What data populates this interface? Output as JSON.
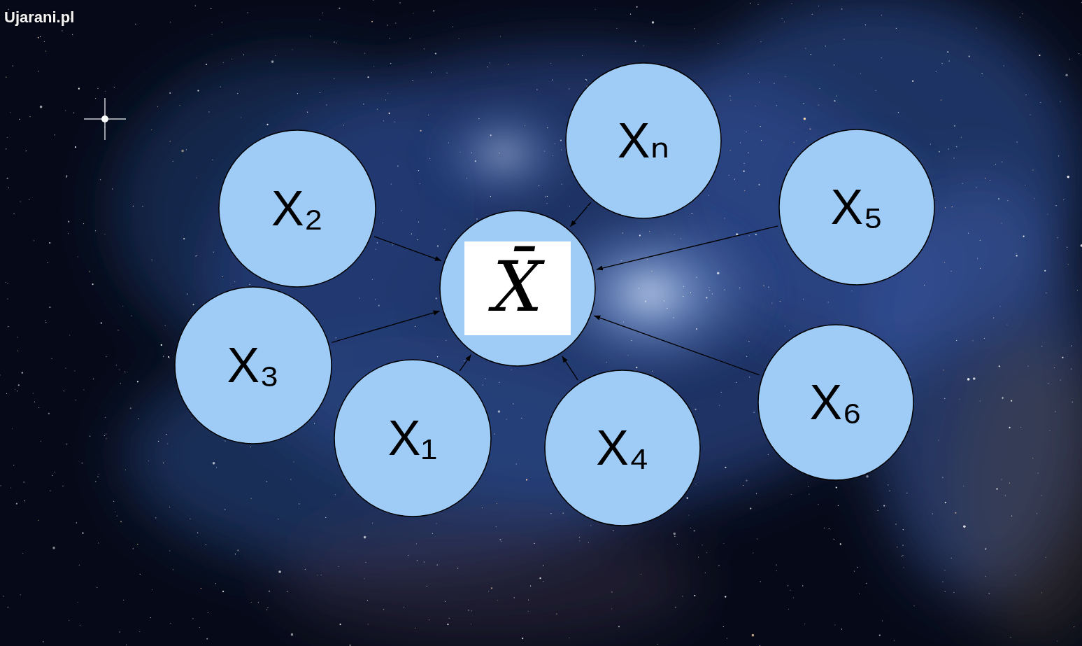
{
  "diagram": {
    "nodes": [
      {
        "text": [
          "Xₙ"
        ]
      },
      {
        "text": [
          "X₂"
        ]
      },
      {
        "text": [
          "X₅"
        ]
      },
      {
        "text": [
          "X̄"
        ]
      },
      {
        "text": [
          "X₃"
        ]
      },
      {
        "text": [
          "X₆"
        ]
      },
      {
        "text": [
          "X₁"
        ]
      },
      {
        "text": [
          "X₄"
        ]
      }
    ],
    "edges": [
      {
        "from": 0,
        "to": 3,
        "arrow": "to"
      },
      {
        "from": 1,
        "to": 3,
        "arrow": "to"
      },
      {
        "from": 2,
        "to": 3,
        "arrow": "to"
      },
      {
        "from": 4,
        "to": 3,
        "arrow": "to"
      },
      {
        "from": 5,
        "to": 3,
        "arrow": "to"
      },
      {
        "from": 6,
        "to": 3,
        "arrow": "to"
      },
      {
        "from": 7,
        "to": 3,
        "arrow": "to"
      }
    ],
    "labels": [
      "Ujarani.pl"
    ]
  }
}
